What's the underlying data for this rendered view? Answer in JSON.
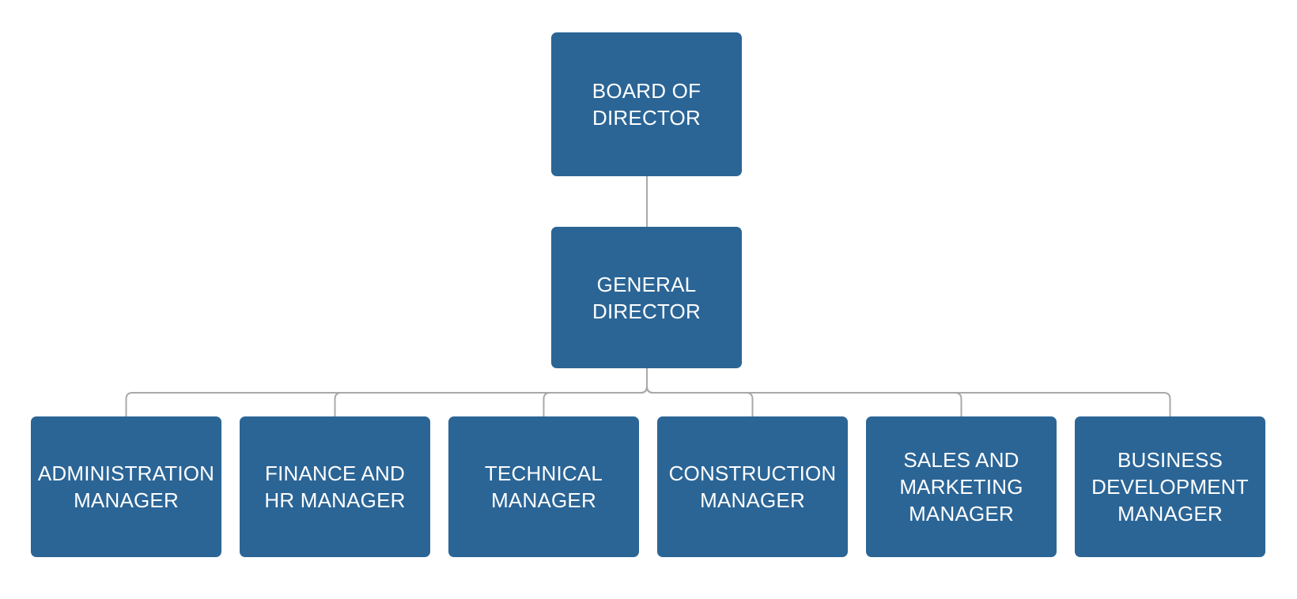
{
  "style": {
    "node_fill": "#2b6596",
    "node_text_color": "#ffffff",
    "connector_color": "#a9a9a9",
    "background": "#ffffff"
  },
  "org": {
    "nodes": [
      {
        "id": "board-of-director",
        "label": "BOARD OF\nDIRECTOR",
        "reports_to": null
      },
      {
        "id": "general-director",
        "label": "GENERAL\nDIRECTOR",
        "reports_to": "board-of-director"
      },
      {
        "id": "administration-manager",
        "label": "ADMINISTRATION\nMANAGER",
        "reports_to": "general-director"
      },
      {
        "id": "finance-and-hr-manager",
        "label": "FINANCE AND\nHR MANAGER",
        "reports_to": "general-director"
      },
      {
        "id": "technical-manager",
        "label": "TECHNICAL\nMANAGER",
        "reports_to": "general-director"
      },
      {
        "id": "construction-manager",
        "label": "CONSTRUCTION\nMANAGER",
        "reports_to": "general-director"
      },
      {
        "id": "sales-and-marketing-manager",
        "label": "SALES AND\nMARKETING\nMANAGER",
        "reports_to": "general-director"
      },
      {
        "id": "business-development-manager",
        "label": "BUSINESS\nDEVELOPMENT\nMANAGER",
        "reports_to": "general-director"
      }
    ]
  }
}
